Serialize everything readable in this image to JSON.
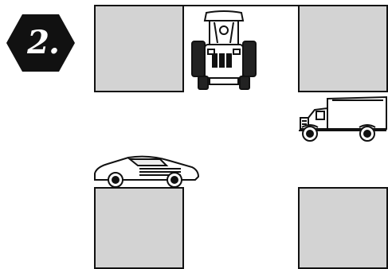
{
  "badge": {
    "label": "2."
  },
  "scene": {
    "vehicles": [
      {
        "name": "tractor",
        "icon": "tractor-icon"
      },
      {
        "name": "truck",
        "icon": "truck-icon"
      },
      {
        "name": "sports-car",
        "icon": "car-icon"
      }
    ],
    "colors": {
      "block": "#d3d3d3",
      "outline": "#111111",
      "badge": "#111111",
      "road": "#ffffff"
    }
  }
}
